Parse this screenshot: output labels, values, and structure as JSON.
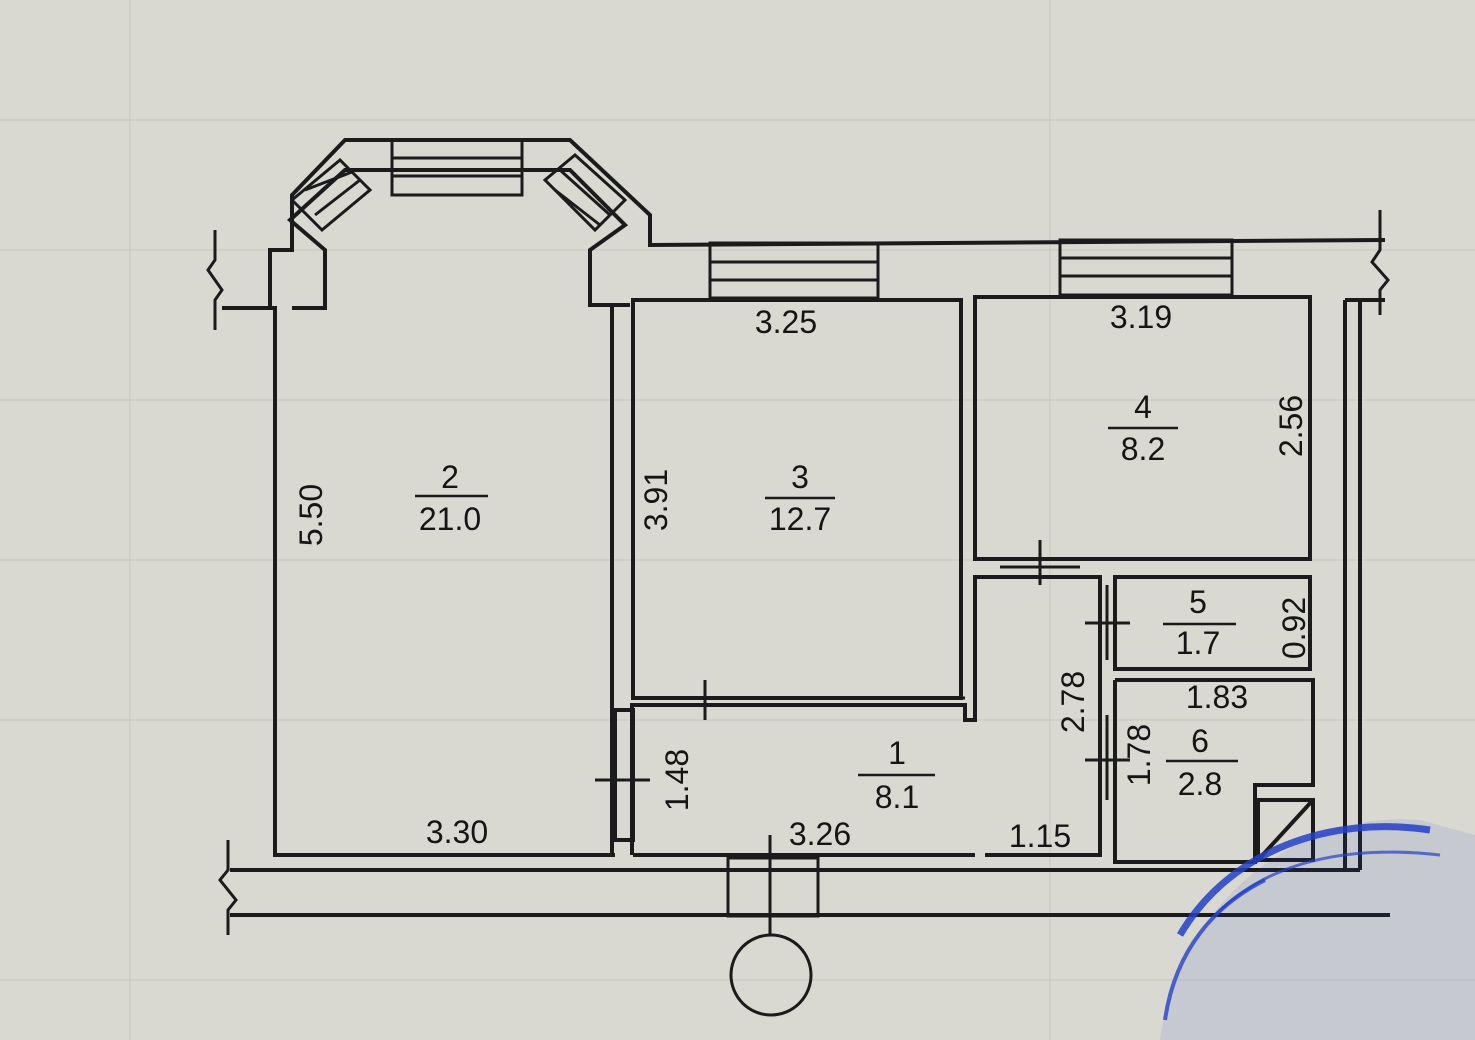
{
  "rooms": [
    {
      "number": "2",
      "area": "21.0"
    },
    {
      "number": "3",
      "area": "12.7"
    },
    {
      "number": "4",
      "area": "8.2"
    },
    {
      "number": "5",
      "area": "1.7"
    },
    {
      "number": "6",
      "area": "2.8"
    },
    {
      "number": "1",
      "area": "8.1"
    }
  ],
  "dimensions": {
    "room2_height": "5.50",
    "room2_width": "3.30",
    "room3_top": "3.25",
    "room3_height": "3.91",
    "room4_top": "3.19",
    "room4_height": "2.56",
    "room5_height": "0.92",
    "room6_top": "1.83",
    "room6_height": "1.78",
    "corridor_height": "2.78",
    "hall_height": "1.48",
    "hall_bottom": "3.26",
    "hall_bottom_right": "1.15"
  },
  "colors": {
    "paper": "#d9d9d2",
    "ink": "#1b1b1b",
    "stamp": "#2440c8"
  }
}
